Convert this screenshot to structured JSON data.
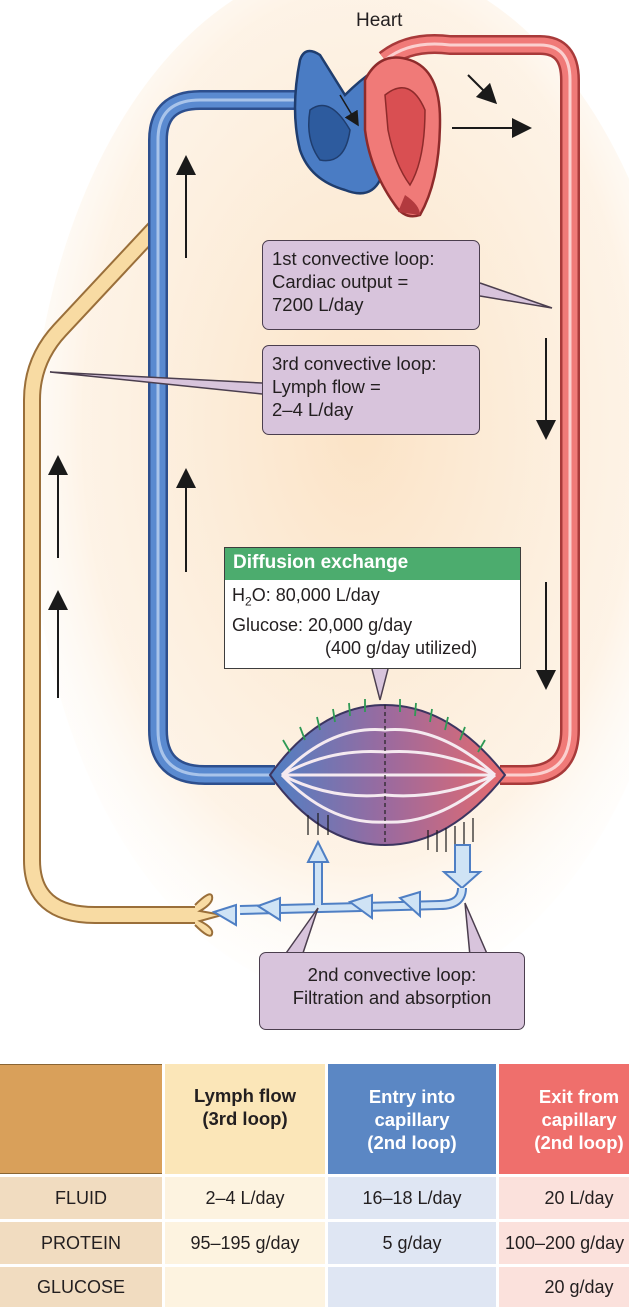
{
  "diagram": {
    "heart_label": "Heart",
    "loop1": {
      "line1": "1st convective loop:",
      "line2": "Cardiac output =",
      "line3": "7200 L/day"
    },
    "loop3": {
      "line1": "3rd convective loop:",
      "line2": "Lymph flow =",
      "line3": "2–4 L/day"
    },
    "diffusion": {
      "title": "Diffusion exchange",
      "h2o_prefix": "H",
      "h2o_sub": "2",
      "h2o_rest": "O: 80,000 L/day",
      "glucose": "Glucose: 20,000 g/day",
      "utilized": "(400 g/day utilized)"
    },
    "loop2": {
      "line1": "2nd convective loop:",
      "line2": "Filtration and absorption"
    }
  },
  "table": {
    "headers": [
      {
        "l1": "",
        "l2": "",
        "l3": "",
        "color": "#d9a05a"
      },
      {
        "l1": "Lymph flow",
        "l2": "(3rd loop)",
        "l3": "",
        "color": "#fbe6b8"
      },
      {
        "l1": "Entry into",
        "l2": "capillary",
        "l3": "(2nd loop)",
        "color": "#5b87c4"
      },
      {
        "l1": "Exit from",
        "l2": "capillary",
        "l3": "(2nd loop)",
        "color": "#ef6f6c"
      }
    ],
    "rows": [
      {
        "label": "FLUID",
        "lymph": "2–4 L/day",
        "entry": "16–18 L/day",
        "exit": "20 L/day"
      },
      {
        "label": "PROTEIN",
        "lymph": "95–195 g/day",
        "entry": "5 g/day",
        "exit": "100–200 g/day"
      },
      {
        "label": "GLUCOSE",
        "lymph": "",
        "entry": "",
        "exit": "20 g/day"
      }
    ]
  }
}
